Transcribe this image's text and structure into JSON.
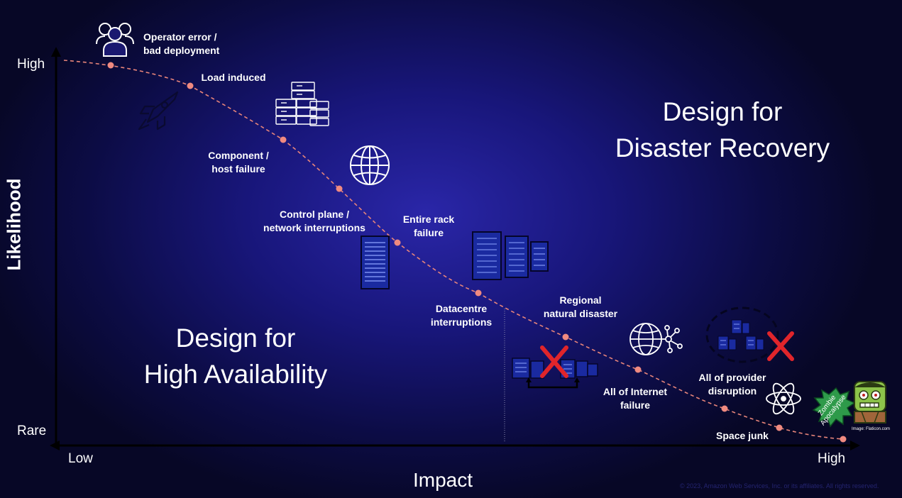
{
  "axes": {
    "y_title": "Likelihood",
    "x_title": "Impact",
    "y_high": "High",
    "y_low": "Rare",
    "x_low": "Low",
    "x_high": "High"
  },
  "zones": {
    "high_availability": [
      "Design for",
      "High Availability"
    ],
    "disaster_recovery": [
      "Design for",
      "Disaster Recovery"
    ]
  },
  "events": [
    {
      "id": "operator-error",
      "lines": [
        "Operator error /",
        "bad deployment"
      ],
      "icon": "users-icon"
    },
    {
      "id": "load-induced",
      "lines": [
        "Load induced"
      ],
      "icon": "rocket-icon"
    },
    {
      "id": "component-failure",
      "lines": [
        "Component /",
        "host failure"
      ],
      "icon": "servers-icon"
    },
    {
      "id": "control-plane",
      "lines": [
        "Control plane /",
        "network interruptions"
      ],
      "icon": "globe-icon"
    },
    {
      "id": "rack-failure",
      "lines": [
        "Entire rack",
        "failure"
      ],
      "icon": "rack-icon"
    },
    {
      "id": "datacentre",
      "lines": [
        "Datacentre",
        "interruptions"
      ],
      "icon": "datacenter-icon"
    },
    {
      "id": "regional-disaster",
      "lines": [
        "Regional",
        "natural disaster"
      ],
      "icon": "region-failure-icon"
    },
    {
      "id": "internet-failure",
      "lines": [
        "All of Internet",
        "failure"
      ],
      "icon": "network-globe-icon"
    },
    {
      "id": "provider-disruption",
      "lines": [
        "All of provider",
        "disruption"
      ],
      "icon": "provider-failure-icon"
    },
    {
      "id": "space-junk",
      "lines": [
        "Space junk"
      ],
      "icon": "atom-icon"
    }
  ],
  "zombie": {
    "lines": [
      "Zombie",
      "Apocalypse"
    ],
    "icon": "zombie-icon"
  },
  "colors": {
    "curve": "#e8857a",
    "dot": "#f08a80",
    "cross": "#e0252b",
    "axis": "#000000"
  },
  "credit": "Image: Flaticon.com",
  "footer": "© 2023, Amazon Web Services, Inc. or its affiliates. All rights reserved."
}
